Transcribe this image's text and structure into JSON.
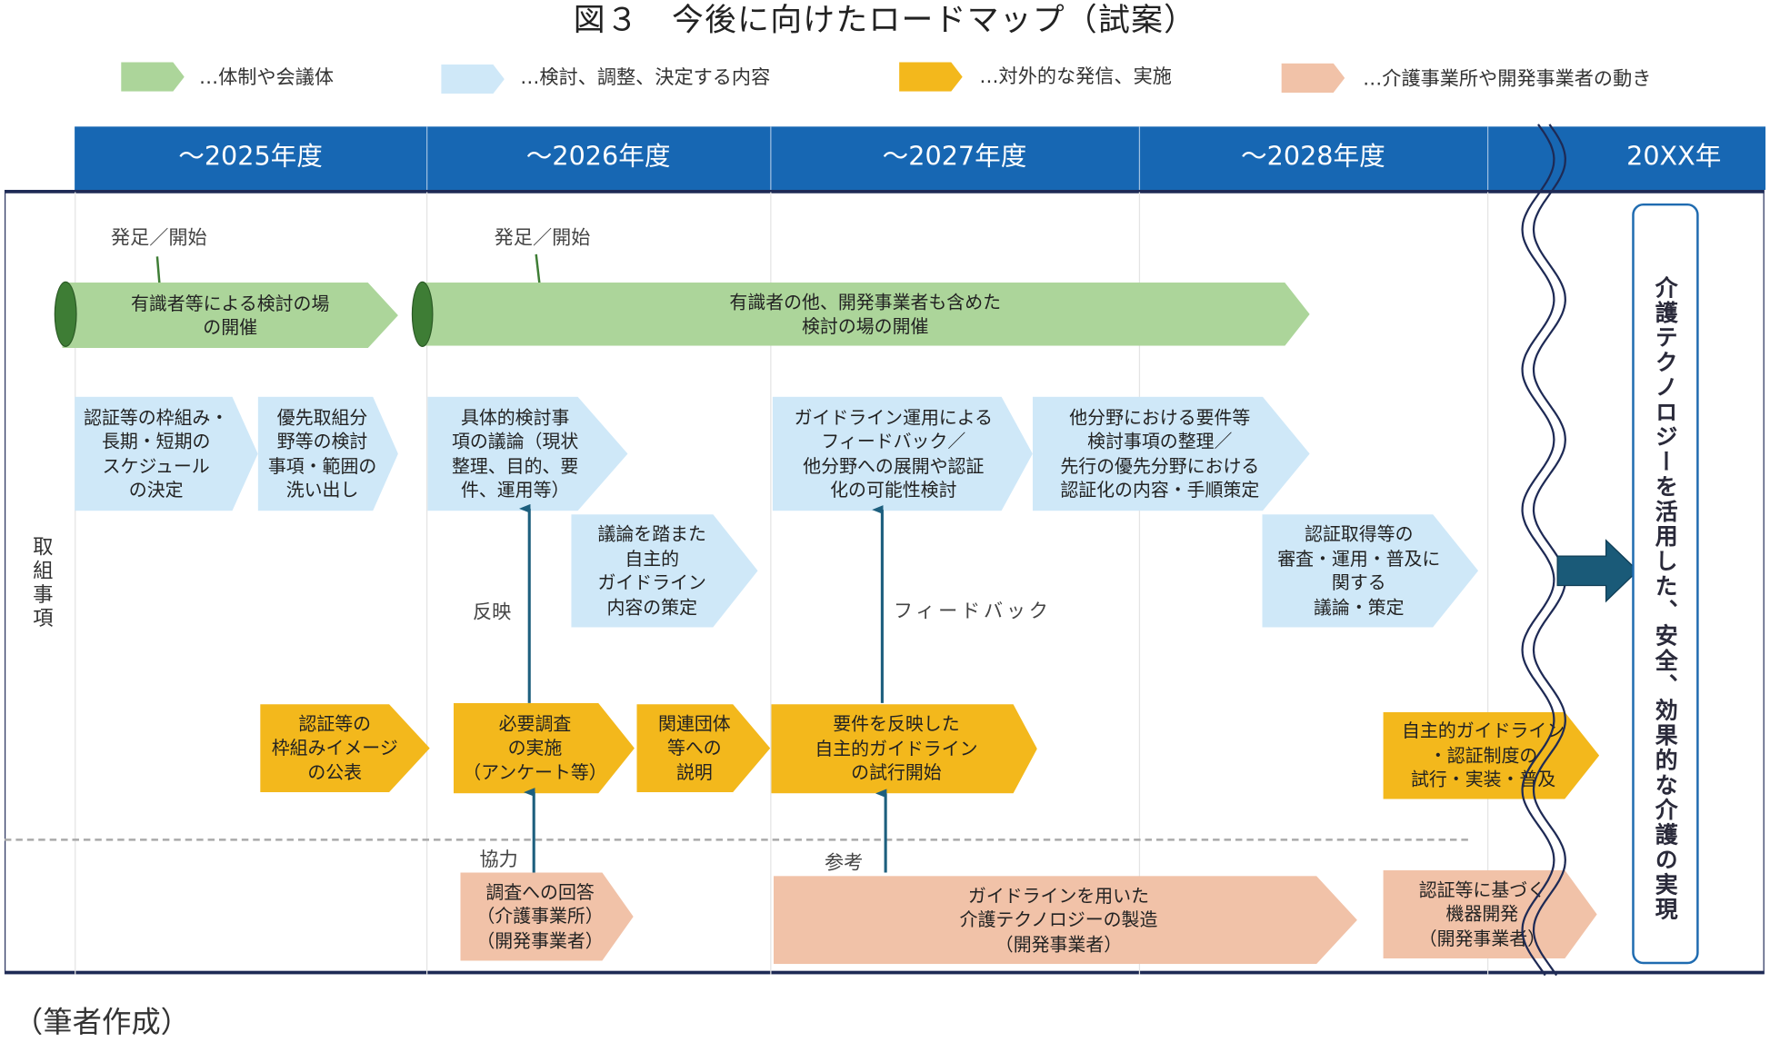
{
  "title": "図３　今後に向けたロードマップ（試案）",
  "legend": [
    {
      "label": "…体制や会議体",
      "color": "#acd59a"
    },
    {
      "label": "…検討、調整、決定する内容",
      "color": "#cfe8f8"
    },
    {
      "label": "…対外的な発信、実施",
      "color": "#f3b81c"
    },
    {
      "label": "…介護事業所や開発事業者の動き",
      "color": "#f1c2a8"
    }
  ],
  "years": [
    "～2025年度",
    "～2026年度",
    "～2027年度",
    "～2028年度",
    "20XX年"
  ],
  "row_label": "取\n組\n事\n項",
  "start_labels": [
    "発足／開始",
    "発足／開始"
  ],
  "green_items": [
    "有識者等による検討の場\nの開催",
    "有識者の他、開発事業者も含めた\n検討の場の開催"
  ],
  "blue_items": [
    "認証等の枠組み・\n長期・短期の\nスケジュール\nの決定",
    "優先取組分\n野等の検討\n事項・範囲の\n洗い出し",
    "具体的検討事\n項の議論（現状\n整理、目的、要\n件、運用等）",
    "議論を踏また\n自主的\nガイドライン\n内容の策定",
    "ガイドライン運用による\nフィードバック／\n他分野への展開や認証\n化の可能性検討",
    "他分野における要件等\n検討事項の整理／\n先行の優先分野における\n認証化の内容・手順策定",
    "認証取得等の\n審査・運用・普及に\n関する\n議論・策定"
  ],
  "yellow_items": [
    "認証等の\n枠組みイメージ\nの公表",
    "必要調査\nの実施\n（アンケート等）",
    "関連団体\n等への\n説明",
    "要件を反映した\n自主的ガイドライン\nの試行開始",
    "自主的ガイドライン\n・認証制度の\n試行・実装・普及"
  ],
  "peach_items": [
    "調査への回答\n（介護事業所）\n（開発事業者）",
    "ガイドラインを用いた\n介護テクノロジーの製造\n（開発事業者）",
    "認証等に基づく\n機器開発\n（開発事業者）"
  ],
  "arrow_labels": {
    "reflect": "反映",
    "feedback": "フィードバック",
    "cooperate": "協力",
    "reference": "参考"
  },
  "goal": "介護テクノロジーを活用した、安全、効果的な介護の実現",
  "source": "（筆者作成）",
  "colors": {
    "header": "#1767b3",
    "goal_border": "#1f6bb0",
    "arrow": "#1d5f7e",
    "big_arrow": "#1a5a78"
  }
}
